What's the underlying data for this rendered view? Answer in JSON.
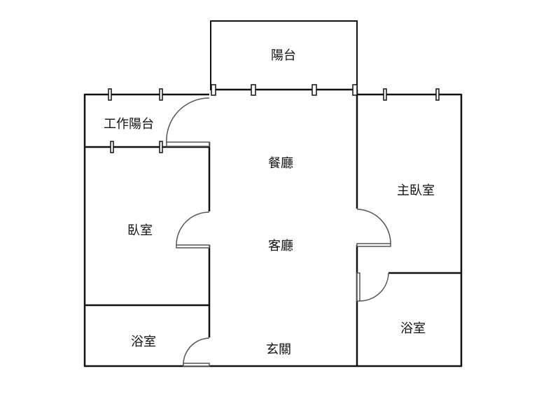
{
  "rooms": {
    "balcony": "陽台",
    "utility_balcony": "工作陽台",
    "dining": "餐廳",
    "master_bedroom": "主臥室",
    "bedroom": "臥室",
    "living": "客廳",
    "bathroom_left": "浴室",
    "entrance": "玄關",
    "bathroom_right": "浴室"
  },
  "colors": {
    "wall": "#111111",
    "door": "#555555"
  }
}
